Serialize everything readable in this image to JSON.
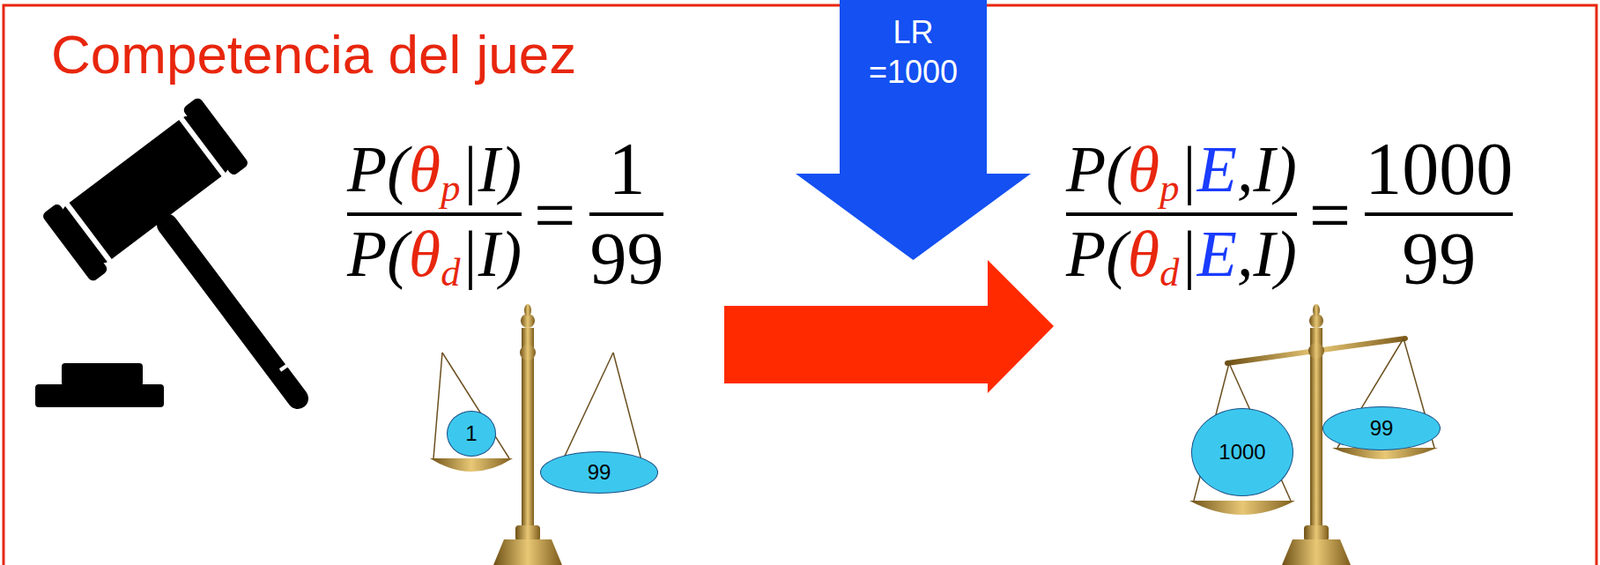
{
  "diagram": {
    "title": "Competencia del juez",
    "nodes": [
      {
        "text": [
          "LR =1000"
        ]
      },
      {
        "text": [
          "1"
        ]
      },
      {
        "text": [
          "99"
        ]
      },
      {
        "text": [
          "1000"
        ]
      },
      {
        "text": [
          "99"
        ]
      }
    ],
    "labels": [
      "P(θp|I)",
      "P(θd|I)",
      "=",
      "1",
      "99",
      "P(θp|E,I)",
      "P(θd|E,I)",
      "=",
      "1000",
      "99"
    ]
  }
}
